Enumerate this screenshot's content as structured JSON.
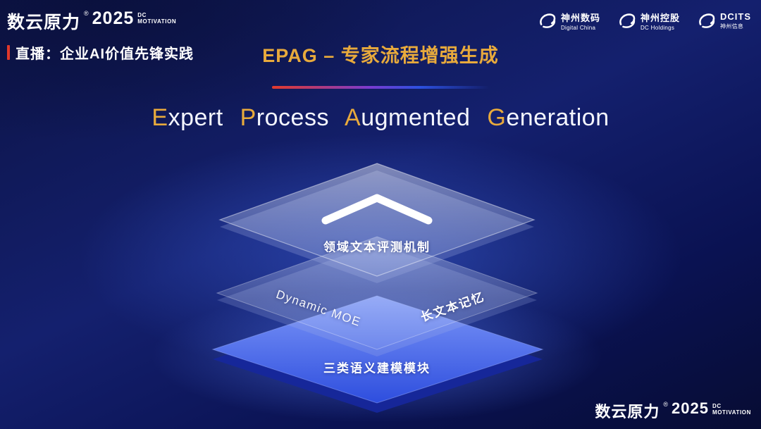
{
  "brand": {
    "name": "数云原力",
    "reg": "®",
    "year": "2025",
    "sub_line1": "DC",
    "sub_line2": "MOTIVATION"
  },
  "header": {
    "live_label": "直播：企业AI价值先锋实践",
    "title": "EPAG – 专家流程增强生成"
  },
  "partners": [
    {
      "name": "神州数码",
      "sub": "Digital China"
    },
    {
      "name": "神州控股",
      "sub": "DC Holdings"
    },
    {
      "name": "DCITS",
      "sub": "神州信息"
    }
  ],
  "main_title": {
    "w1_cap": "E",
    "w1_rest": "xpert",
    "w2_cap": "P",
    "w2_rest": "rocess",
    "w3_cap": "A",
    "w3_rest": "ugmented",
    "w4_cap": "G",
    "w4_rest": "eneration"
  },
  "diagram": {
    "layers": [
      {
        "name": "evaluation-layer",
        "label": "领域文本评测机制"
      },
      {
        "name": "middle-layer",
        "label_left": "Dynamic MOE",
        "label_right": "长文本记忆"
      },
      {
        "name": "semantic-layer",
        "label": "三类语义建模模块"
      }
    ]
  },
  "colors": {
    "gold": "#e8aa3c",
    "accent_red": "#e0382a",
    "layer_blue": "#3e5de8",
    "background_navy": "#0c1345"
  }
}
